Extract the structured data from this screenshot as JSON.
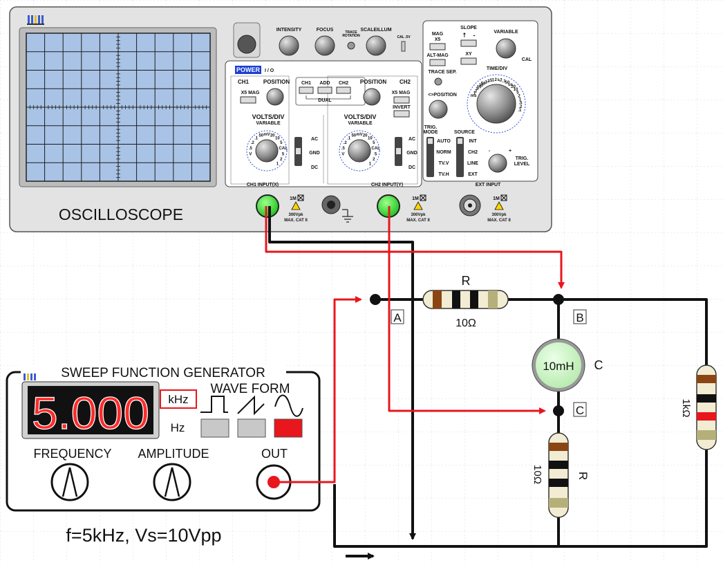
{
  "oscilloscope": {
    "name": "OSCILLOSCOPE",
    "knobs": {
      "intensity": "INTENSITY",
      "focus": "FOCUS",
      "trace_rotation": "TRACE ROTATION",
      "scale_illum": "SCALEILLUM",
      "cal": "CAL .5V"
    },
    "power": {
      "label": "POWER",
      "states": "I / O"
    },
    "ch1": {
      "label": "CH1",
      "x5mag": "X5 MAG",
      "position": "POSITION",
      "volts_div": "VOLTS/DIV",
      "variable": "VARIABLE",
      "input": "CH1 INPUT(X)"
    },
    "mode_buttons": [
      "CH1",
      "ADD",
      "CH2"
    ],
    "dual": "DUAL",
    "ch2": {
      "label": "CH2",
      "x5mag": "X5 MAG",
      "invert": "INVERT",
      "position": "POSITION",
      "volts_div": "VOLTS/DIV",
      "variable": "VARIABLE",
      "input": "CH2 INPUT(Y)"
    },
    "coupling": [
      "AC",
      "GND",
      "DC"
    ],
    "volts_scale": [
      "V",
      ".5",
      ".2",
      ".1",
      "50",
      "mV",
      "20",
      "10",
      "5",
      "CAL",
      "5",
      "2",
      "1"
    ],
    "horizontal": {
      "mag": "MAG X5",
      "alt_mag": "ALT-MAG",
      "slope": "SLOPE",
      "xy": "XY",
      "variable": "VARIABLE",
      "cal": "CAL",
      "trace_sep": "TRACE SEP.",
      "position": "<>POSITION",
      "time_div": "TIME/DIV"
    },
    "time_scale_left": [
      "ms",
      "1",
      "2",
      "5",
      "10",
      "20",
      "50",
      ".1",
      ".2",
      ".5",
      "1",
      "2",
      "s"
    ],
    "time_scale_right": [
      ".2",
      ".1",
      "50",
      "us",
      "20",
      "10",
      "5",
      "2",
      "1",
      ".5",
      ".2",
      ".1"
    ],
    "trigger": {
      "mode": "TRIG. MODE",
      "modes": [
        "AUTO",
        "NORM",
        "TV.V",
        "TV.H"
      ],
      "source": "SOURCE",
      "sources": [
        "INT",
        "CH2",
        "LINE",
        "EXT"
      ],
      "level": "TRIG. LEVEL",
      "ext_input": "EXT INPUT"
    },
    "input_rating": {
      "impedance": "1M",
      "voltage": "300Vpk",
      "category": "MAX. CAT II"
    }
  },
  "generator": {
    "title": "SWEEP FUNCTION GENERATOR",
    "display": "5.000",
    "units": {
      "khz": "kHz",
      "hz": "Hz"
    },
    "wave_form": "WAVE FORM",
    "knobs": {
      "frequency": "FREQUENCY",
      "amplitude": "AMPLITUDE",
      "out": "OUT"
    }
  },
  "circuit": {
    "resistor_top": {
      "name": "R",
      "value": "10Ω"
    },
    "inductor": {
      "value": "10mH",
      "name": "C"
    },
    "resistor_bottom": {
      "name": "R",
      "value": "10Ω"
    },
    "resistor_right": {
      "value": "1kΩ"
    },
    "nodes": {
      "a": "A",
      "b": "B",
      "c": "C"
    }
  },
  "caption": "f=5kHz, Vs=10Vpp",
  "colors": {
    "probe_wire": "#e8161d",
    "ground_wire": "#111111",
    "panel": "#e3e3e3",
    "screen": "#a9c3e6",
    "probe_jack": "#2ecc2e",
    "display_digit": "#ff2a2a",
    "inductor": "#c9f3c3",
    "selected_wave": "#e8161d"
  }
}
